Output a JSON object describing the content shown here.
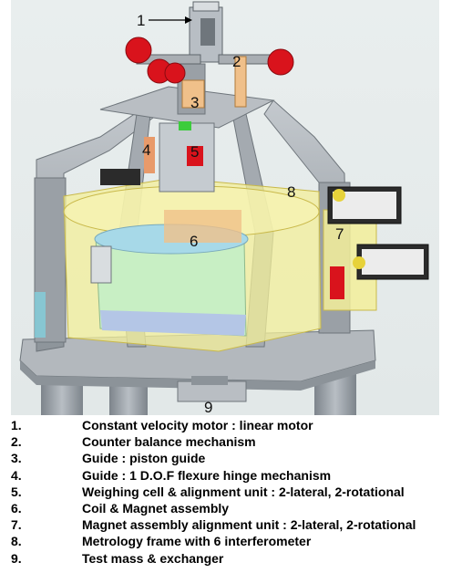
{
  "callouts": [
    {
      "number": "1"
    },
    {
      "number": "2"
    },
    {
      "number": "3"
    },
    {
      "number": "4"
    },
    {
      "number": "5"
    },
    {
      "number": "6"
    },
    {
      "number": "7"
    },
    {
      "number": "8"
    },
    {
      "number": "9"
    }
  ],
  "legend": [
    {
      "number": "1.",
      "text": "Constant velocity motor : linear motor"
    },
    {
      "number": "2.",
      "text": "Counter balance mechanism"
    },
    {
      "number": "3.",
      "text": "Guide : piston guide"
    },
    {
      "number": "4.",
      "text": "Guide : 1 D.O.F flexure hinge mechanism"
    },
    {
      "number": "5.",
      "text": "Weighing cell & alignment unit : 2-lateral, 2-rotational"
    },
    {
      "number": "6.",
      "text": "Coil & Magnet assembly"
    },
    {
      "number": "7.",
      "text": "Magnet assembly alignment unit : 2-lateral, 2-rotational"
    },
    {
      "number": "8.",
      "text": "Metrology frame with 6 interferometer"
    },
    {
      "number": "9.",
      "text": "Test mass & exchanger"
    }
  ],
  "colors": {
    "background": "#e6ecec",
    "frame_gray": "#a9aeb3",
    "yellow_housing": "#f3ef9a",
    "coil_green": "#c8efc4",
    "orange": "#f0c08a",
    "red_knob": "#d9131c",
    "cyan_panel": "#7fd6e6",
    "black_box": "#2b2b2b"
  }
}
